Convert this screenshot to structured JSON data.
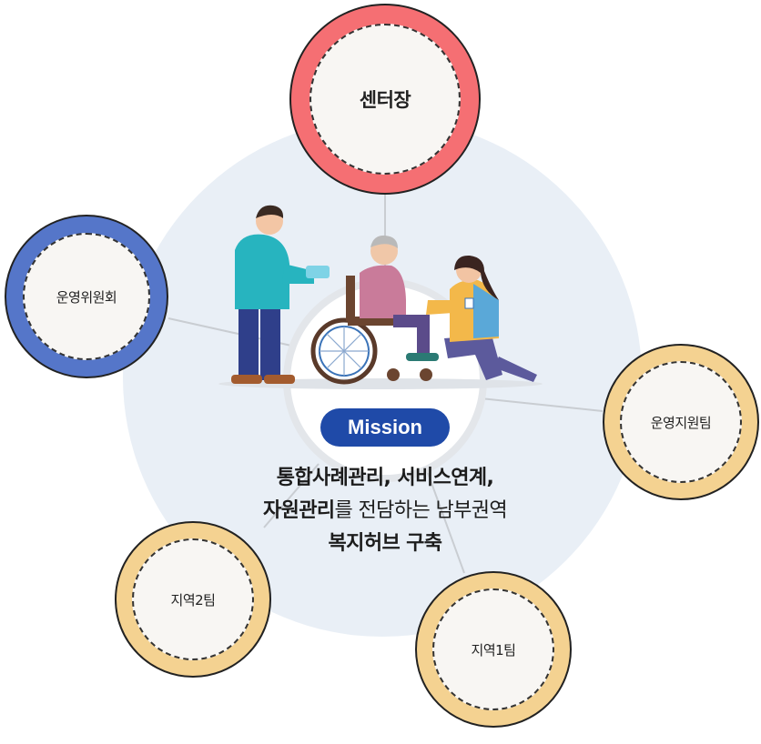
{
  "nodes": {
    "top": "센터장",
    "left": "운영위원회",
    "right": "운영지원팀",
    "bottom_left": "지역2팀",
    "bottom_right": "지역1팀"
  },
  "mission": {
    "badge": "Mission",
    "line1": "통합사례관리, 서비스연계,",
    "line2_bold": "자원관리",
    "line2_rest": "를 전담하는 남부권역",
    "line3": "복지허브 구축"
  },
  "colors": {
    "top": "#f56f73",
    "left": "#5576c9",
    "team": "#f4d291",
    "badge": "#1f4aa8",
    "hub_bg": "#e9eff6"
  },
  "icons": [
    "caregiver-illustration",
    "wheelchair-icon",
    "elderly-person-icon",
    "volunteer-icon"
  ]
}
